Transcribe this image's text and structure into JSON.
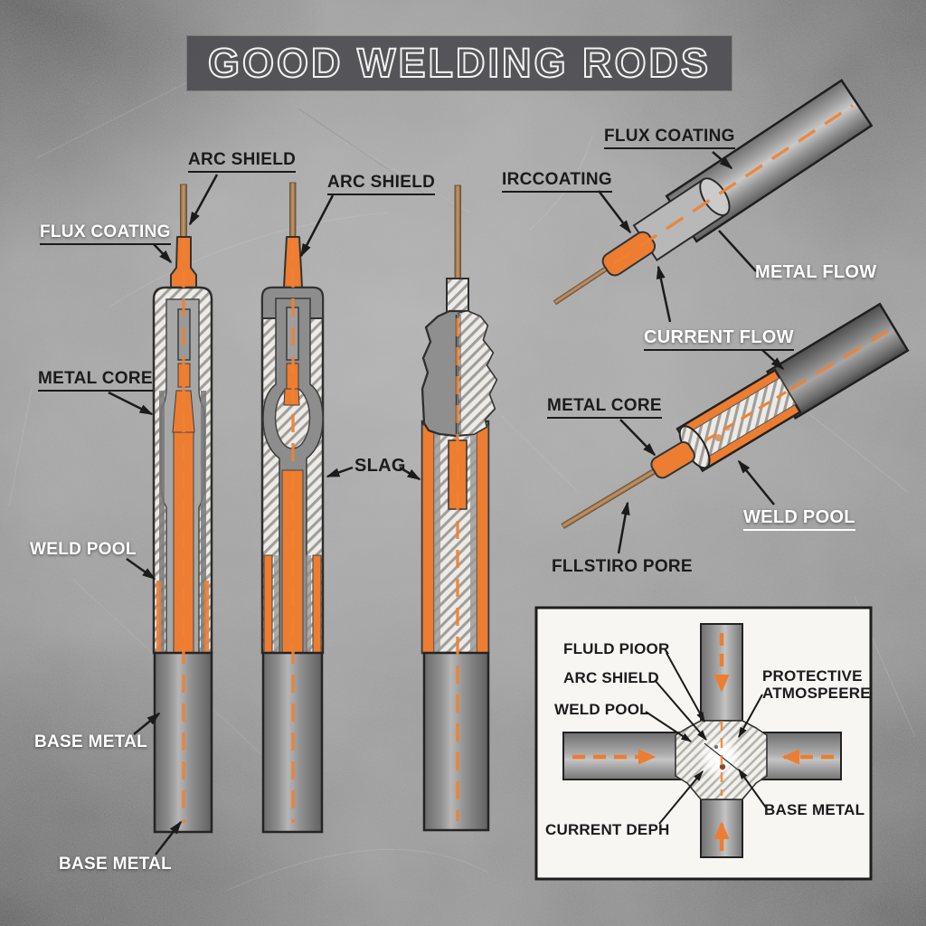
{
  "title": "GOOD WELDING RODS",
  "colors": {
    "accent_orange": "#ed7d31",
    "banner_gray": "#505054",
    "label_dark": "#1b1b1b",
    "label_light": "#ffffff",
    "metal_gray": "#8f8f8f",
    "wire_brown": "#a97c50"
  },
  "labels": {
    "arc_shield_1": "ARC SHIELD",
    "arc_shield_2": "ARC SHIELD",
    "flux_coating_left": "FLUX COATING",
    "metal_core_left": "METAL CORE",
    "weld_pool_left": "WELD POOL",
    "base_metal_upper": "BASE METAL",
    "base_metal_lower": "BASE METAL",
    "slag": "SLAG",
    "flux_coating_right": "FLUX COATING",
    "irc_coating": "IRCCOATING",
    "metal_flow": "METAL FLOW",
    "current_flow": "CURRENT FLOW",
    "metal_core_right": "METAL CORE",
    "weld_pool_right": "WELD POOL",
    "fllstiro_pore": "FLLSTIRO PORE"
  },
  "inset": {
    "flud_pioor": "FLULD PIOOR",
    "arc_shield": "ARC SHIELD",
    "weld_pool": "WELD POOL",
    "protective_line1": "PROTECTIVE",
    "protective_line2": "ATMOSPEERE",
    "base_metal": "BASE METAL",
    "current_deph": "CURRENT DEPH"
  }
}
